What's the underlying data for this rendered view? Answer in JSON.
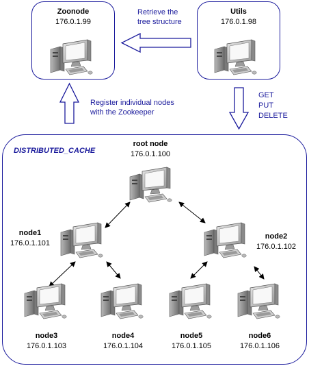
{
  "zoonode": {
    "name": "Zoonode",
    "ip": "176.0.1.99"
  },
  "utils": {
    "name": "Utils",
    "ip": "176.0.1.98"
  },
  "notes": {
    "retrieve_line1": "Retrieve the",
    "retrieve_line2": "tree structure",
    "register_line1": "Register individual nodes",
    "register_line2": "with the Zookeeper",
    "methods": [
      "GET",
      "PUT",
      "DELETE"
    ]
  },
  "cluster": {
    "title": "DISTRIBUTED_CACHE",
    "nodes": [
      {
        "name": "root node",
        "ip": "176.0.1.100"
      },
      {
        "name": "node1",
        "ip": "176.0.1.101"
      },
      {
        "name": "node2",
        "ip": "176.0.1.102"
      },
      {
        "name": "node3",
        "ip": "176.0.1.103"
      },
      {
        "name": "node4",
        "ip": "176.0.1.104"
      },
      {
        "name": "node5",
        "ip": "176.0.1.105"
      },
      {
        "name": "node6",
        "ip": "176.0.1.106"
      }
    ]
  },
  "colors": {
    "border": "#1a1a9c",
    "note_text": "#1a1a9c"
  },
  "icons": {
    "computer": "desktop-computer-icon"
  }
}
